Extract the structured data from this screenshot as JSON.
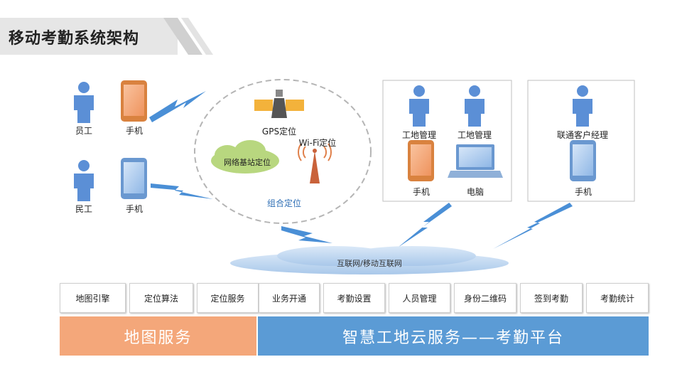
{
  "title": "移动考勤系统架构",
  "left": {
    "row1": {
      "person": "员工",
      "phone": "手机"
    },
    "row2": {
      "person": "民工",
      "phone": "手机"
    }
  },
  "positioning": {
    "gps": "GPS定位",
    "wifi": "Wi-Fi定位",
    "base_station": "网络基站定位",
    "combined": "组合定位"
  },
  "site_box": {
    "manager1": "工地管理",
    "manager2": "工地管理",
    "phone": "手机",
    "computer": "电脑"
  },
  "unicom_box": {
    "manager": "联通客户经理",
    "phone": "手机"
  },
  "network": "互联网/移动互联网",
  "services": [
    "地图引擎",
    "定位算法",
    "定位服务",
    "业务开通",
    "考勤设置",
    "人员管理",
    "身份二维码",
    "签到考勤",
    "考勤统计"
  ],
  "bars": {
    "left": "地图服务",
    "right": "智慧工地云服务——考勤平台"
  },
  "colors": {
    "person": "#5b8fd6",
    "phone_orange": "#f4a77a",
    "phone_blue": "#a9c9ee",
    "bar_orange": "#f4a77a",
    "bar_blue": "#5b9bd5",
    "cloud": "#c5dcf3"
  }
}
